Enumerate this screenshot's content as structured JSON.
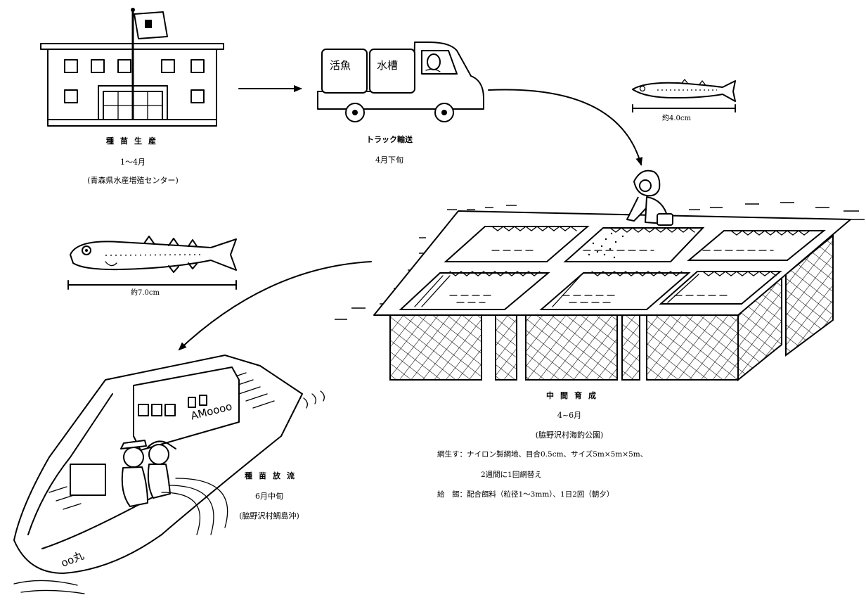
{
  "stages": {
    "production": {
      "title": "種苗生産",
      "period": "1～4月",
      "place": "(青森県水産増殖センター)"
    },
    "transport": {
      "title": "トラック輸送",
      "period": "4月下旬",
      "tank_left": "活魚",
      "tank_right": "水槽"
    },
    "rearing": {
      "title": "中間育成",
      "period": "4~6月",
      "place": "(脇野沢村海釣公園)",
      "net_line1": "網生す：ナイロン製網地、目合0.5cm、サイズ5m×5m×5m、",
      "net_line2": "2週間に1回網替え",
      "feed_line": "給　餌：配合餌料（粒径1～3mm）、1日2回（朝夕）"
    },
    "release": {
      "title": "種苗放流",
      "period": "6月中旬",
      "place": "(脇野沢村鯛島沖)"
    }
  },
  "fish_small": {
    "size": "約4.0cm"
  },
  "fish_large": {
    "size": "約7.0cm"
  },
  "boat": {
    "cabin_text": "AMoooo",
    "hull_text": "oo丸"
  }
}
